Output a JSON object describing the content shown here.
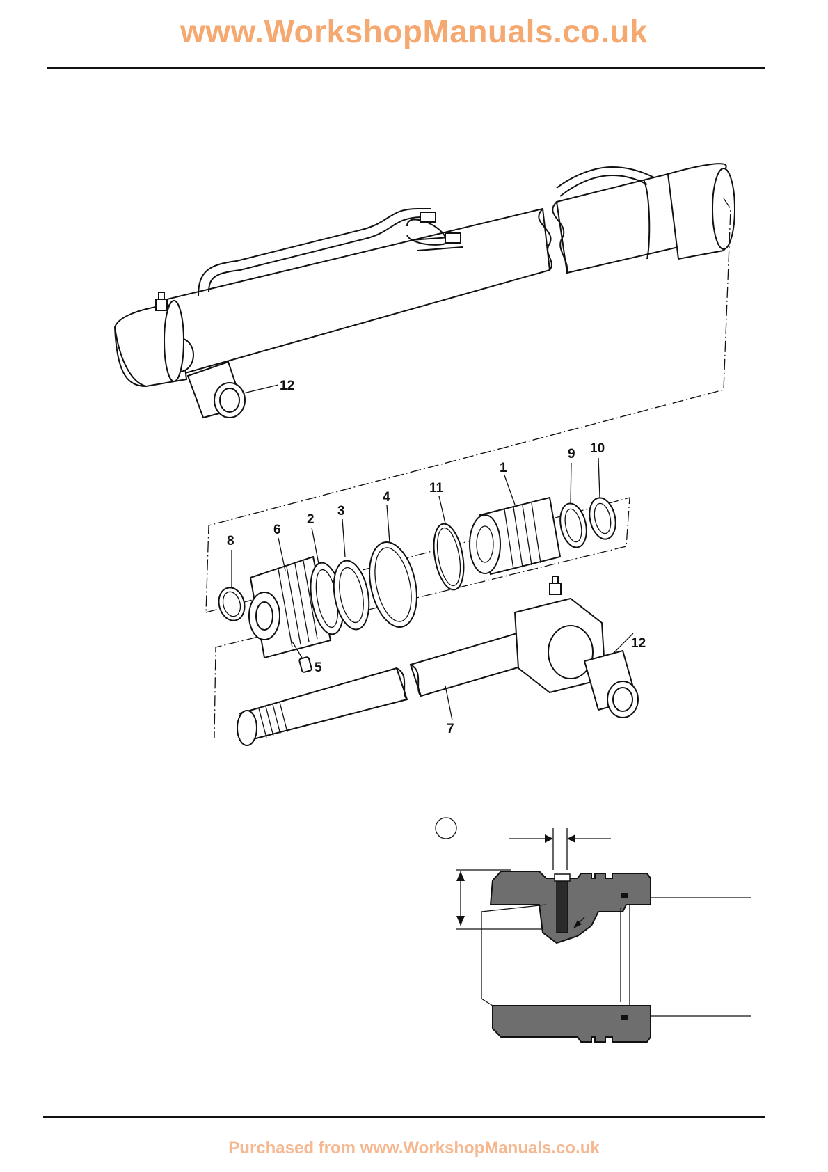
{
  "header": {
    "url": "www.WorkshopManuals.co.uk"
  },
  "footer": {
    "purchase_note": "Purchased from www.WorkshopManuals.co.uk"
  },
  "figure": {
    "callouts": {
      "c1": "1",
      "c2": "2",
      "c3": "3",
      "c4": "4",
      "c5": "5",
      "c6": "6",
      "c7": "7",
      "c8": "8",
      "c9": "9",
      "c10": "10",
      "c11": "11",
      "c12a": "12",
      "c12b": "12"
    },
    "section_marker": {
      "label": ""
    }
  }
}
